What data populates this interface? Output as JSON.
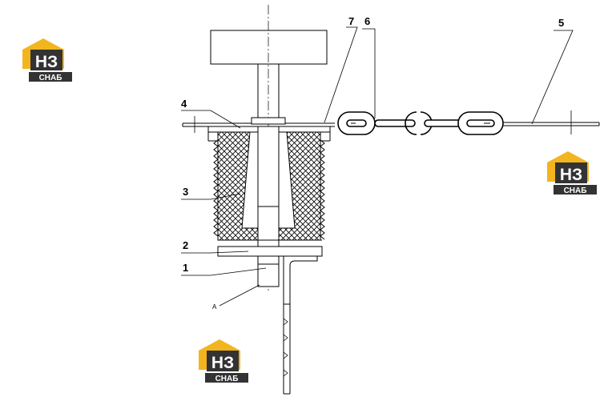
{
  "callouts": [
    {
      "id": "1",
      "text": "1"
    },
    {
      "id": "2",
      "text": "2"
    },
    {
      "id": "3",
      "text": "3"
    },
    {
      "id": "4",
      "text": "4"
    },
    {
      "id": "5",
      "text": "5"
    },
    {
      "id": "6",
      "text": "6"
    },
    {
      "id": "7",
      "text": "7"
    }
  ],
  "view_mark": "A",
  "watermark": {
    "letters": "НЗ",
    "word": "СНАБ",
    "colors": {
      "yellow": "#f2b51e",
      "dark": "#333333",
      "white": "#ffffff"
    }
  }
}
